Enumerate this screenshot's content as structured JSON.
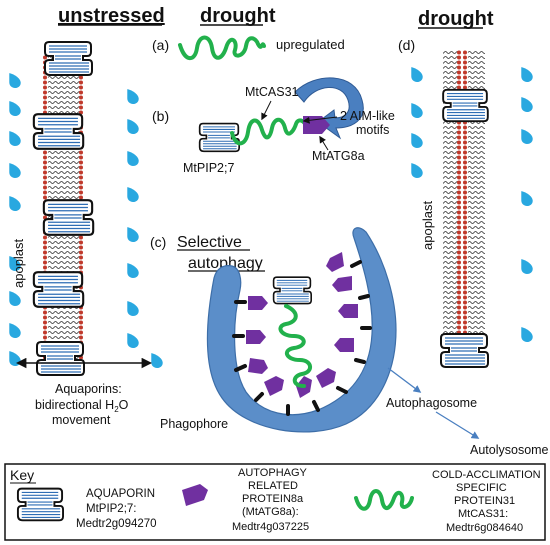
{
  "headers": {
    "unstressed": "unstressed",
    "drought_mid": "drought",
    "drought_right": "drought"
  },
  "panels": {
    "a": "(a)",
    "b": "(b)",
    "c": "(c)",
    "d": "(d)"
  },
  "labels": {
    "upregulated": "upregulated",
    "mtcas31": "MtCAS31",
    "aim_line1": "2 AIM-like",
    "aim_line2": "motifs",
    "mtatg8a": "MtATG8a",
    "mtpip2": "MtPIP2;7",
    "selective_line1": "Selective",
    "selective_line2": "autophagy",
    "apoplast_left": "apoplast",
    "apoplast_right": "apoplast",
    "aquaporins_line1": "Aquaporins:",
    "aquaporins_line2": "bidirectional H",
    "aquaporins_sub": "2",
    "aquaporins_line2b": "O",
    "aquaporins_line3": "movement",
    "phagophore": "Phagophore",
    "autophagosome": "Autophagosome",
    "autolysosome": "Autolysosome"
  },
  "key": {
    "title": "Key",
    "aqp_line1": "AQUAPORIN",
    "aqp_line2": "MtPIP2;7:",
    "aqp_line3": "Medtr2g094270",
    "atg_line1": "AUTOPHAGY",
    "atg_line2": "RELATED",
    "atg_line3": "PROTEIN8a",
    "atg_line4": "(MtATG8a):",
    "atg_line5": "Medtr4g037225",
    "cas_line1": "COLD-ACCLIMATION",
    "cas_line2": "SPECIFIC",
    "cas_line3": "PROTEIN31",
    "cas_line4": "MtCAS31:",
    "cas_line5": "Medtr6g084640"
  },
  "colors": {
    "membrane_red": "#c0392b",
    "water_drop": "#29a8e0",
    "phagophore_fill": "#5b8ec9",
    "atg8_purple": "#7030a0",
    "cas31_green": "#22b14c",
    "arrow_blue": "#4a7fc0",
    "aquaporin_stripe": "#2e6db4"
  }
}
